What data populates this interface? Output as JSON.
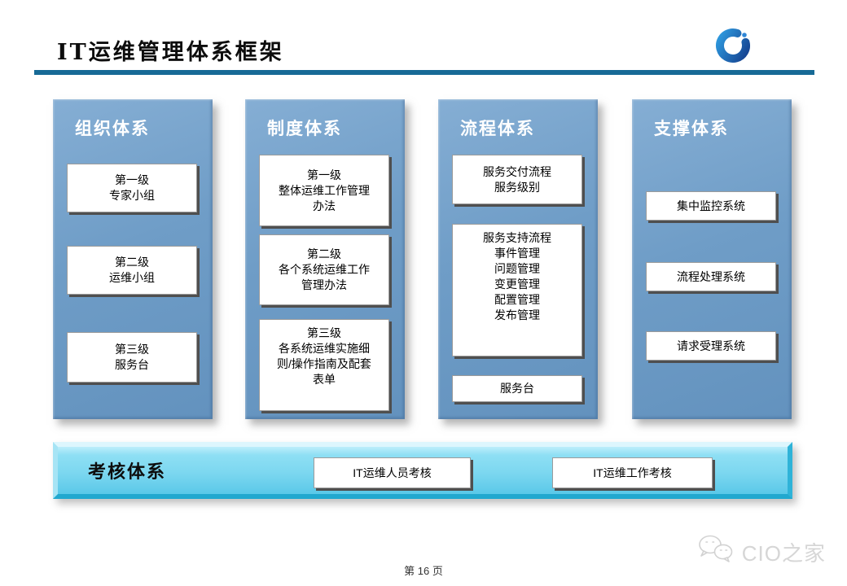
{
  "header": {
    "title": "IT运维管理体系框架"
  },
  "columns": [
    {
      "header": "组织体系",
      "boxes": [
        {
          "text": "第一级\n专家小组"
        },
        {
          "text": "第二级\n运维小组"
        },
        {
          "text": "第三级\n服务台"
        }
      ]
    },
    {
      "header": "制度体系",
      "boxes": [
        {
          "text": "第一级\n整体运维工作管理\n办法"
        },
        {
          "text": "第二级\n各个系统运维工作\n管理办法"
        },
        {
          "text": "第三级\n各系统运维实施细\n则/操作指南及配套\n表单"
        }
      ]
    },
    {
      "header": "流程体系",
      "boxes": [
        {
          "text": "服务交付流程\n服务级别"
        },
        {
          "text": "服务支持流程\n事件管理\n问题管理\n变更管理\n配置管理\n发布管理"
        },
        {
          "text": "服务台"
        }
      ]
    },
    {
      "header": "支撑体系",
      "boxes": [
        {
          "text": "集中监控系统"
        },
        {
          "text": "流程处理系统"
        },
        {
          "text": "请求受理系统"
        }
      ]
    }
  ],
  "assessment": {
    "label": "考核体系",
    "boxes": [
      {
        "text": "IT运维人员考核"
      },
      {
        "text": "IT运维工作考核"
      }
    ]
  },
  "footer": {
    "page_label": "第 16 页"
  },
  "watermark": {
    "text": "CIO之家"
  },
  "colors": {
    "column_blue": "#6f9dc7",
    "bar_cyan": "#7cd7f0",
    "rule_teal": "#176a96",
    "logo_blue": "#2e9be0",
    "logo_navy": "#15418f"
  }
}
